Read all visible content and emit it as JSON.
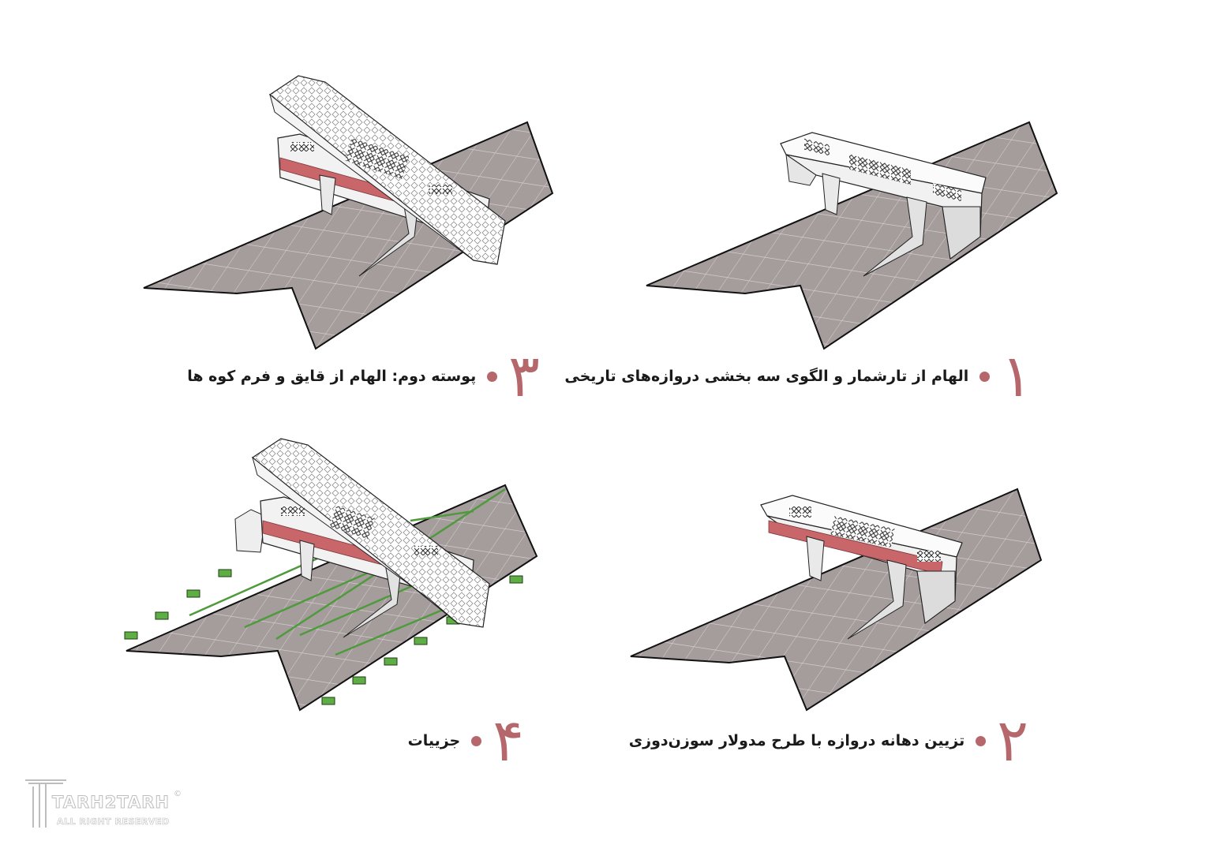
{
  "colors": {
    "accent": "#b5676b",
    "plaza": "#a59c9c",
    "grid": "#d9d3d3",
    "red_panel": "#c9666a",
    "white_shell": "#fbfbfb",
    "green": "#4f9a3c",
    "outline": "#111111"
  },
  "steps": [
    {
      "id": 1,
      "number": "۱",
      "text": "الهام از تارشمار و الگوی سه بخشی دروازه‌های تاریخی"
    },
    {
      "id": 2,
      "number": "۲",
      "text": "تزیین دهانه دروازه با طرح مدولار سوزن‌دوزی"
    },
    {
      "id": 3,
      "number": "۳",
      "text": "پوسته دوم: الهام از قایق و فرم کوه ها"
    },
    {
      "id": 4,
      "number": "۴",
      "text": "جزییات"
    }
  ],
  "logo": {
    "word": "TARH2TARH",
    "sub": "ALL RIGHT RESERVED",
    "reg": "©"
  }
}
